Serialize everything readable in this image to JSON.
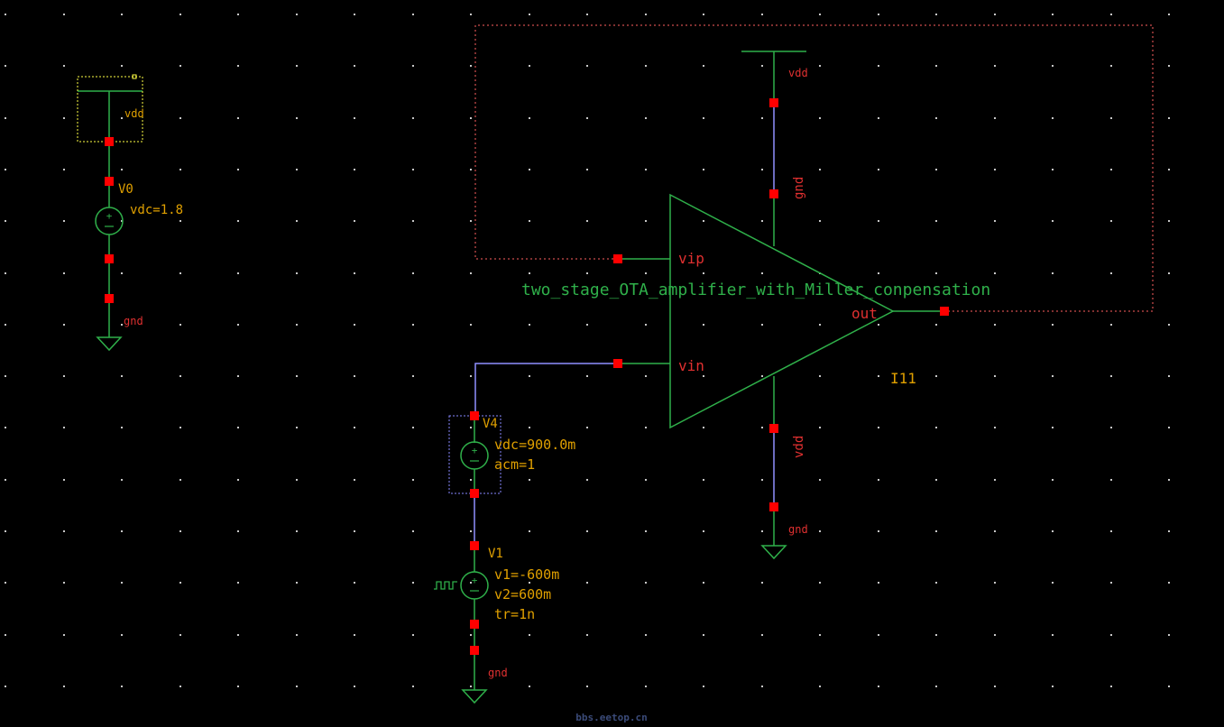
{
  "colors": {
    "background": "#000000",
    "wire": "#2fb04a",
    "net": "#7f7fff",
    "pin": "#ff0000",
    "label_orange": "#e0a000",
    "label_red": "#e03030",
    "label_green": "#2fb04a",
    "selection": "#ffff44",
    "selection2": "#8888ff",
    "grid": "#c8c8c8"
  },
  "schematic": {
    "instance": {
      "cell_name": "two_stage_OTA_amplifier_with_Miller_conpensation",
      "instance_name": "I11",
      "pins": {
        "vip": "vip",
        "vin": "vin",
        "out": "out",
        "top_supply": "gnd",
        "bottom_supply": "vdd"
      }
    },
    "supply_top_label": "vdd",
    "bottom_gnd_label": "gnd",
    "v0": {
      "name": "V0",
      "param": "vdc=1.8",
      "vdd_label": "vdd",
      "gnd_label": "gnd"
    },
    "v4": {
      "name": "V4",
      "params": [
        "vdc=900.0m",
        "acm=1"
      ]
    },
    "v1": {
      "name": "V1",
      "params": [
        "v1=-600m",
        "v2=600m",
        "tr=1n"
      ],
      "gnd_label": "gnd"
    },
    "watermark": "bbs.eetop.cn"
  }
}
